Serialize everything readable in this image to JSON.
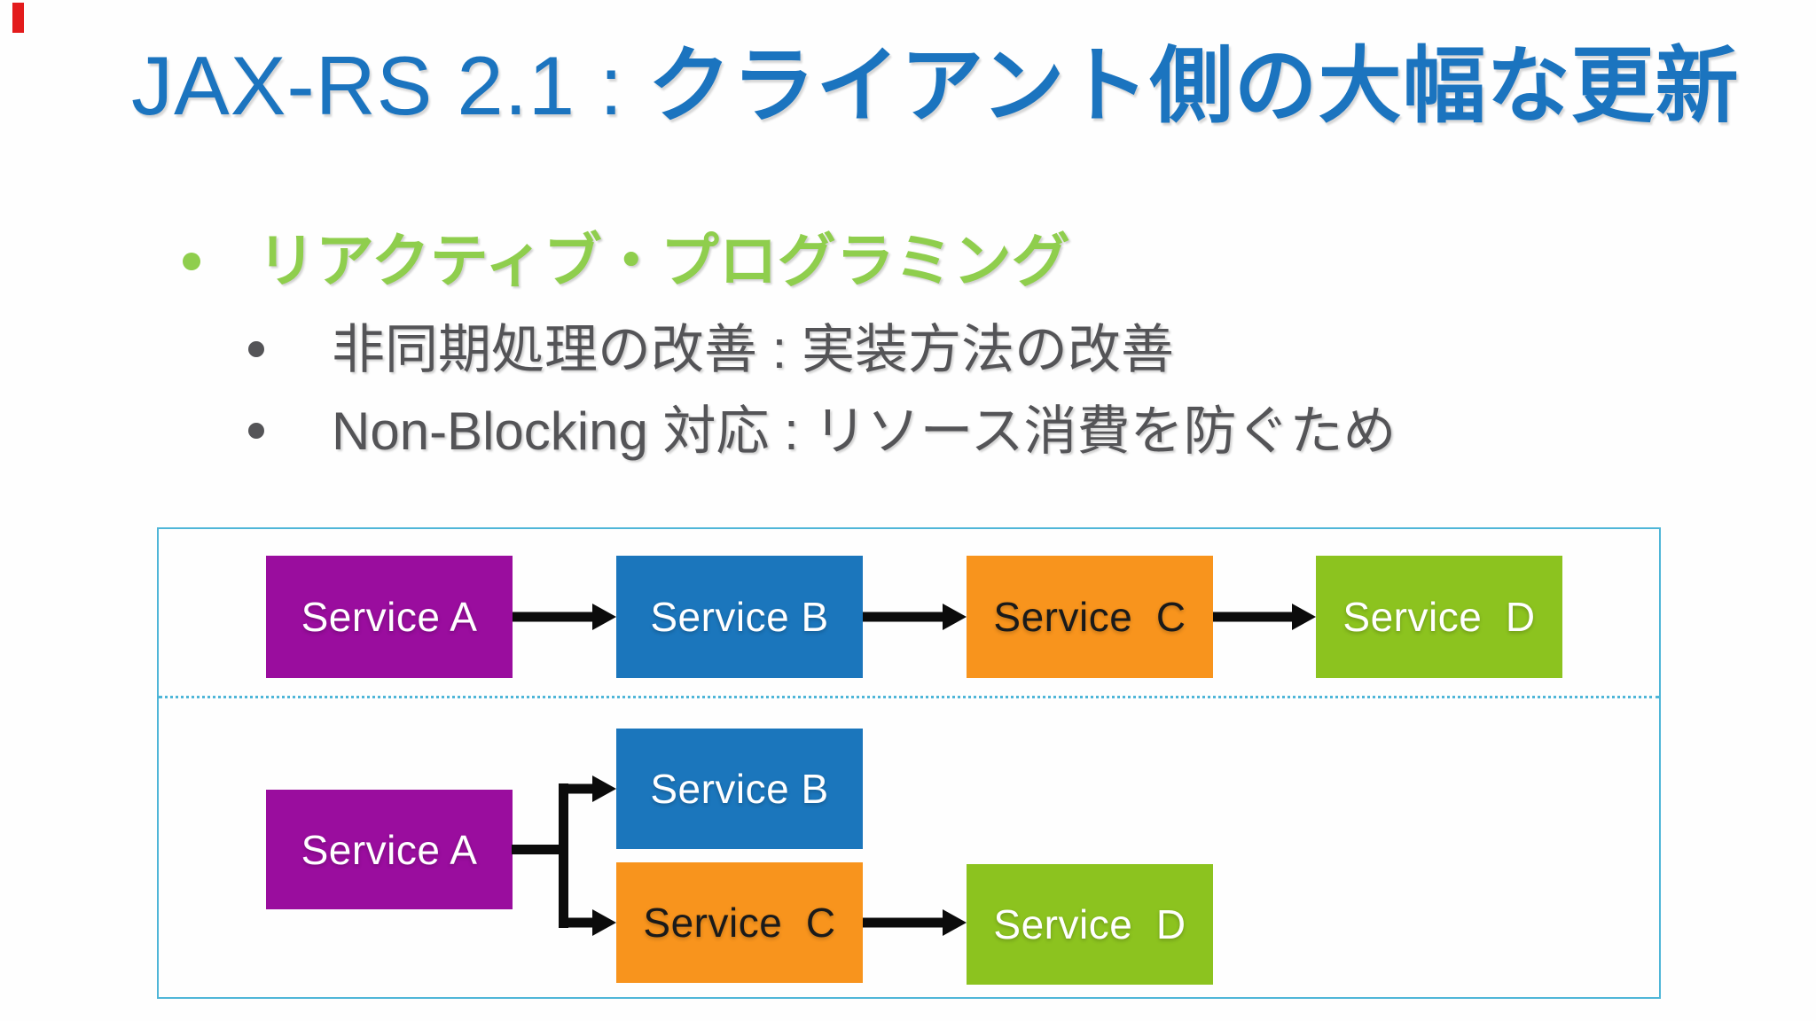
{
  "decorations": {
    "red_corner_mark_color": "#e31b1c"
  },
  "title": {
    "prefix": "JAX-RS 2.1 : ",
    "main": "クライアント側の大幅な更新",
    "color": "#1b74bf"
  },
  "bullets": {
    "level1": {
      "text": "リアクティブ・プログラミング",
      "color": "#8fce4d"
    },
    "level2_color": "#545457",
    "level2": [
      {
        "text": "非同期処理の改善 : 実装方法の改善"
      },
      {
        "text": "Non-Blocking 対応 : リソース消費を防ぐため"
      }
    ]
  },
  "diagram": {
    "border_color": "#4fb6d8",
    "arrow_color": "#0b0b0b",
    "sequential_flow": {
      "nodes": [
        {
          "label": "Service A",
          "color": "#9a0d9e",
          "text_color": "#ffffff"
        },
        {
          "label": "Service B",
          "color": "#1b76bc",
          "text_color": "#ffffff"
        },
        {
          "label": "Service  C",
          "color": "#f8941d",
          "text_color": "#1a1a1a"
        },
        {
          "label": "Service  D",
          "color": "#8cc31f",
          "text_color": "#ffffff"
        }
      ],
      "edges": [
        "Service A → Service B",
        "Service B → Service C",
        "Service C → Service D"
      ]
    },
    "parallel_flow": {
      "nodes": [
        {
          "label": "Service A",
          "color": "#9a0d9e",
          "text_color": "#ffffff"
        },
        {
          "label": "Service B",
          "color": "#1b76bc",
          "text_color": "#ffffff"
        },
        {
          "label": "Service  C",
          "color": "#f8941d",
          "text_color": "#1a1a1a"
        },
        {
          "label": "Service  D",
          "color": "#8cc31f",
          "text_color": "#ffffff"
        }
      ],
      "edges": [
        "Service A → Service B",
        "Service A → Service C",
        "Service C → Service D"
      ]
    }
  }
}
